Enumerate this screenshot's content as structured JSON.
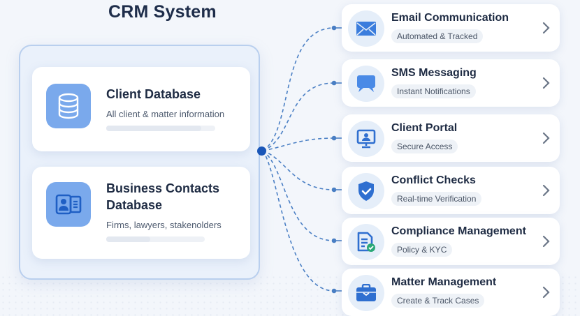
{
  "title": "CRM System",
  "databases": [
    {
      "title": "Client Database",
      "subtitle": "All client & matter information",
      "icon": "database-icon",
      "progress": 0.87
    },
    {
      "title": "Business Contacts Database",
      "subtitle": "Firms, lawyers, stakenolders",
      "icon": "contact-card-icon",
      "progress": 0.45
    }
  ],
  "features": [
    {
      "title": "Email Communication",
      "tag": "Automated & Tracked",
      "icon": "envelope-icon"
    },
    {
      "title": "SMS Messaging",
      "tag": "Instant Notifications",
      "icon": "chat-bubble-icon"
    },
    {
      "title": "Client Portal",
      "tag": "Secure Access",
      "icon": "monitor-user-icon"
    },
    {
      "title": "Conflict Checks",
      "tag": "Real-time Verification",
      "icon": "shield-check-icon"
    },
    {
      "title": "Compliance Management",
      "tag": "Policy & KYC",
      "icon": "document-check-icon"
    },
    {
      "title": "Matter Management",
      "tag": "Create & Track Cases",
      "icon": "briefcase-icon"
    }
  ],
  "colors": {
    "accent": "#1a56b8",
    "icon_blue": "#3b7ddd",
    "tile_blue": "#7aa9ec",
    "link_dash": "#4a7fc4"
  }
}
